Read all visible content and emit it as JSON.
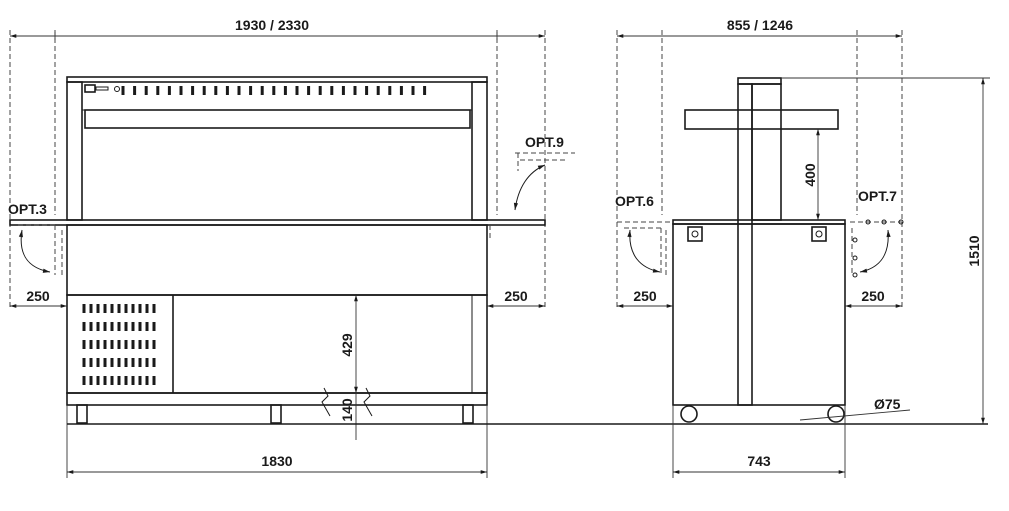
{
  "front_view": {
    "overall_width": "1930 / 2330",
    "base_width": "1830",
    "side_left": "250",
    "side_right": "250",
    "cabinet_height": "429",
    "base_height": "140",
    "option_left": "OPT.3",
    "option_right": "OPT.9"
  },
  "side_view": {
    "overall_depth": "855 / 1246",
    "base_depth": "743",
    "side_left": "250",
    "side_right": "250",
    "shelf_height": "400",
    "total_height": "1510",
    "wheel_diameter": "Ø75",
    "option_left": "OPT.6",
    "option_right": "OPT.7"
  }
}
